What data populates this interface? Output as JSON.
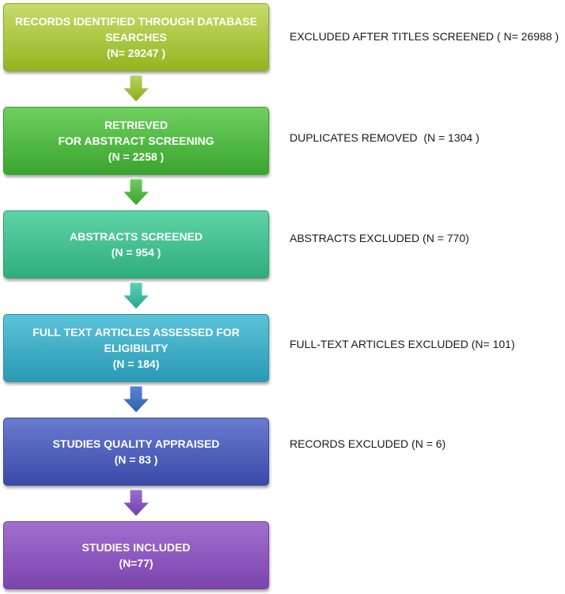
{
  "steps": [
    {
      "lines": [
        "RECORDS IDENTIFIED THROUGH DATABASE",
        "SEARCHES",
        "(N= 29247 )"
      ],
      "color_top": "#c6dc6b",
      "color_bottom": "#93b51f",
      "border": "#8aa82a"
    },
    {
      "lines": [
        "RETRIEVED",
        "FOR ABSTRACT SCREENING",
        "(N = 2258 )"
      ],
      "color_top": "#6fcf5f",
      "color_bottom": "#3aa52f",
      "border": "#3a9a33"
    },
    {
      "lines": [
        "ABSTRACTS SCREENED",
        "(N = 954 )"
      ],
      "color_top": "#5fd3a6",
      "color_bottom": "#2fae7c",
      "border": "#2e9e73"
    },
    {
      "lines": [
        "FULL TEXT  ARTICLES ASSESSED FOR",
        "ELIGIBILITY",
        "(N = 184)"
      ],
      "color_top": "#5cc3d8",
      "color_bottom": "#2a9ab5",
      "border": "#2a8ea7"
    },
    {
      "lines": [
        "STUDIES QUALITY APPRAISED",
        "(N = 83 )"
      ],
      "color_top": "#6a7bd1",
      "color_bottom": "#3a4aa8",
      "border": "#37479a"
    },
    {
      "lines": [
        "STUDIES INCLUDED",
        "(N=77)"
      ],
      "color_top": "#a16fcf",
      "color_bottom": "#7b44ae",
      "border": "#70409e"
    }
  ],
  "exclusions": [
    "EXCLUDED AFTER TITLES SCREENED ( N= 26988 )",
    "DUPLICATES REMOVED  (N = 1304 )",
    "ABSTRACTS EXCLUDED (N = 770)",
    "FULL-TEXT ARTICLES EXCLUDED (N= 101)",
    "RECORDS EXCLUDED (N = 6)"
  ],
  "arrows": [
    {
      "color_top": "#b9d462",
      "color_bottom": "#8aab1c"
    },
    {
      "color_top": "#72cd62",
      "color_bottom": "#3a9f30"
    },
    {
      "color_top": "#5ed2b8",
      "color_bottom": "#29a48e"
    },
    {
      "color_top": "#5a86d0",
      "color_bottom": "#2f5fa8"
    },
    {
      "color_top": "#9a6fd0",
      "color_bottom": "#7040a8"
    }
  ]
}
